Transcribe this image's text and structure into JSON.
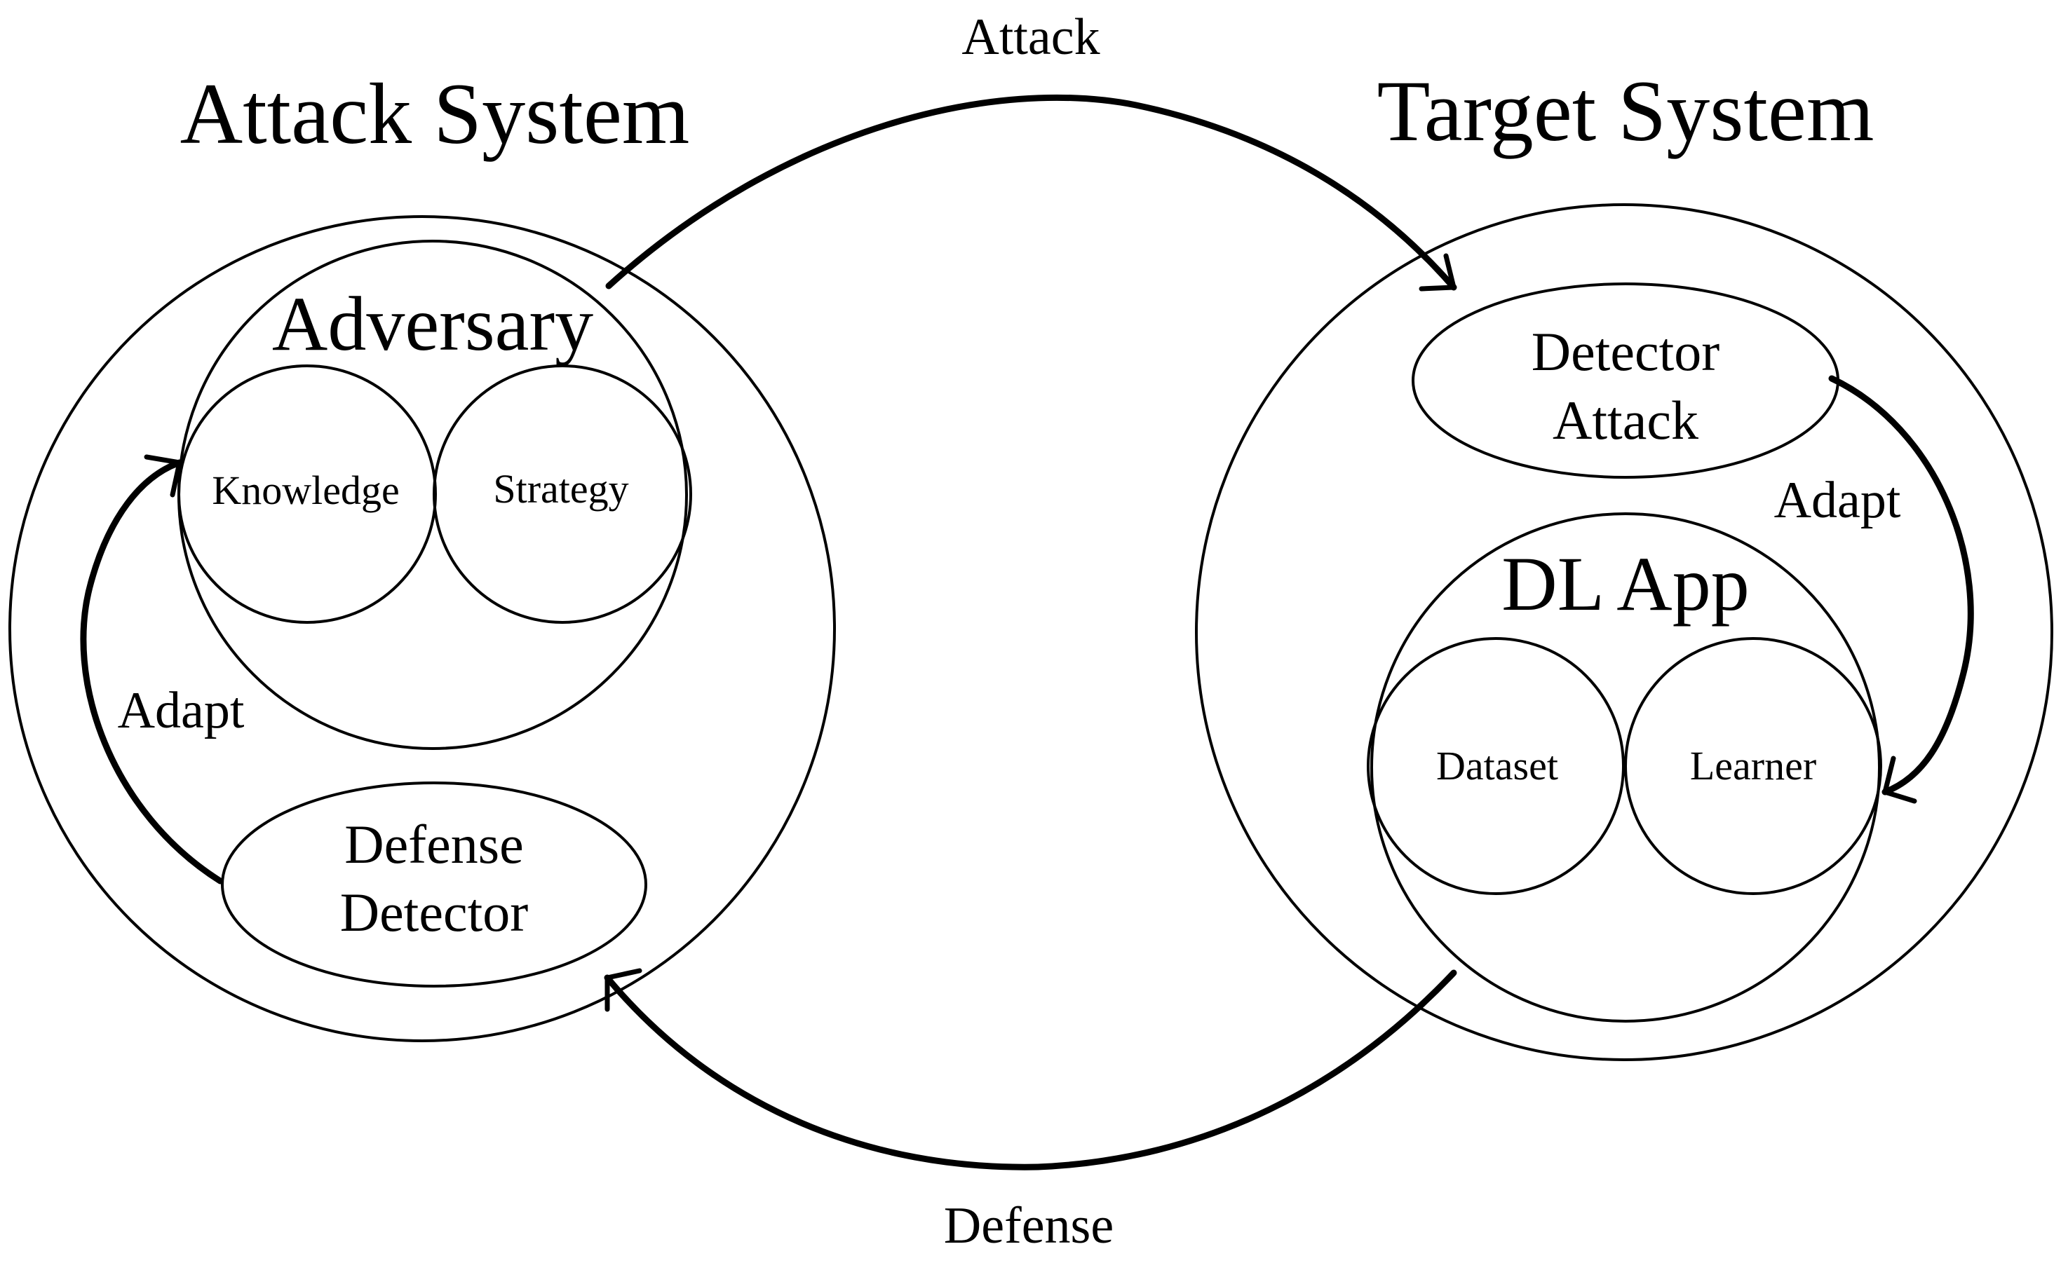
{
  "systems": {
    "attack": {
      "title": "Attack System",
      "adversary": "Adversary",
      "knowledge": "Knowledge",
      "strategy": "Strategy",
      "defense_detector_line1": "Defense",
      "defense_detector_line2": "Detector",
      "adapt": "Adapt"
    },
    "target": {
      "title": "Target System",
      "detector_attack_line1": "Detector",
      "detector_attack_line2": "Attack",
      "dl_app": "DL App",
      "dataset": "Dataset",
      "learner": "Learner",
      "adapt": "Adapt"
    }
  },
  "edges": {
    "attack": "Attack",
    "defense": "Defense"
  }
}
